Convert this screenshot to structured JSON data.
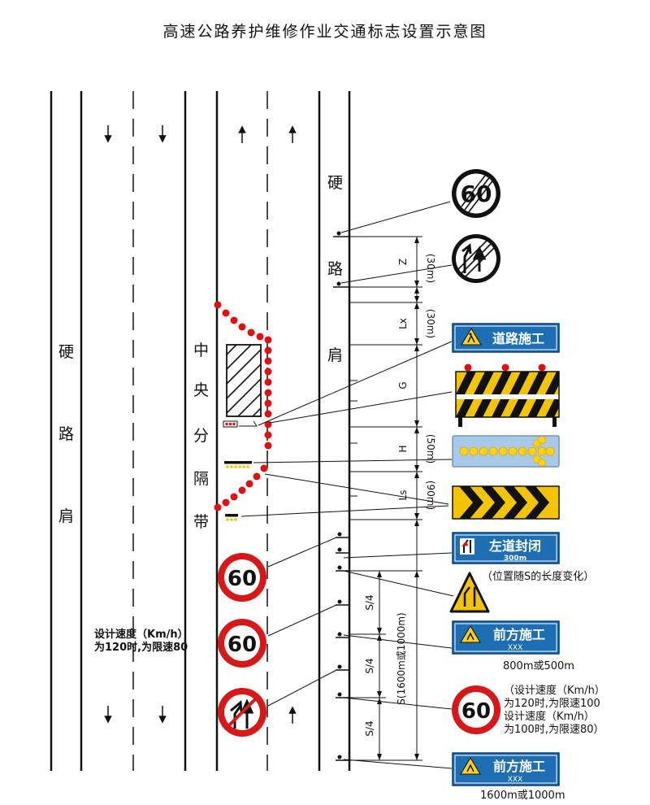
{
  "title": "高速公路养护维修作业交通标志设置示意图",
  "left_shoulder_chars": [
    "硬",
    "路",
    "肩"
  ],
  "median_chars": [
    "中",
    "央",
    "分",
    "隔",
    "带"
  ],
  "right_shoulder_chars": [
    "硬",
    "路",
    "肩"
  ],
  "dimensions": {
    "z": "Z",
    "z_len": "(30m)",
    "lx": "Lx",
    "lx_len": "(30m)",
    "g": "G",
    "h": "H",
    "h_len": "(50m)",
    "ls": "Ls",
    "ls_len": "(90m)",
    "s_total": "S(1600m或1000m)",
    "s_quarter": "S/4"
  },
  "signs": {
    "end_speed_limit_value": "60",
    "road_work_label": "道路施工",
    "left_lane_closed_label": "左道封闭",
    "left_lane_closed_distance": "300m",
    "position_note": "（位置随S的长度变化）",
    "work_ahead_label": "前方施工",
    "work_ahead_distance": "XXX",
    "work_ahead_distance_note": "800m或500m",
    "speed_limit_value": "60",
    "speed_note_right": [
      "（设计速度（Km/h）",
      "为120时,为限速100",
      "设计速度（Km/h）",
      "为100时,为限速80）"
    ],
    "work_ahead2_label": "前方施工",
    "work_ahead2_distance": "XXX",
    "work_ahead2_distance_note": "1600m或1000m"
  },
  "left_signs": {
    "speed_limit_1": "60",
    "speed_limit_2": "60",
    "speed_note": [
      "设计速度（Km/h）",
      "为120时,为限速80"
    ]
  },
  "colors": {
    "sign_blue": "#1e6eb4",
    "cone_red": "#e01010",
    "stripe_yellow": "#f5c400",
    "arrow_board": "#a9c9e8",
    "lamp_yellow": "#ffd21a",
    "prohibition_red": "#d81818"
  }
}
